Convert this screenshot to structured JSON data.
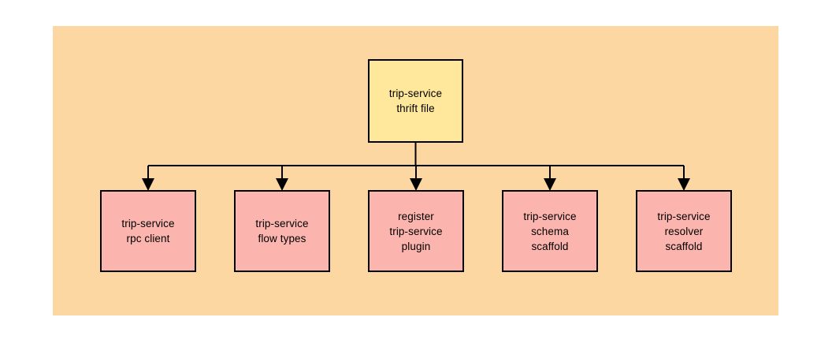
{
  "diagram": {
    "type": "tree",
    "title": "",
    "background_color": "#fcd7a1",
    "canvas_background": "#ffffff",
    "edge_color": "#000000",
    "root": {
      "id": "trip-service-thrift-file",
      "label": "trip-service\nthrift file",
      "fill_color": "#ffe79b",
      "border_color": "#000000"
    },
    "children": [
      {
        "id": "trip-service-rpc-client",
        "label": "trip-service\nrpc client",
        "fill_color": "#fcb4ae",
        "border_color": "#000000"
      },
      {
        "id": "trip-service-flow-types",
        "label": "trip-service\nflow types",
        "fill_color": "#fcb4ae",
        "border_color": "#000000"
      },
      {
        "id": "register-trip-service-plugin",
        "label": "register\ntrip-service\nplugin",
        "fill_color": "#fcb4ae",
        "border_color": "#000000"
      },
      {
        "id": "trip-service-schema-scaffold",
        "label": "trip-service\nschema\nscaffold",
        "fill_color": "#fcb4ae",
        "border_color": "#000000"
      },
      {
        "id": "trip-service-resolver-scaffold",
        "label": "trip-service\nresolver\nscaffold",
        "fill_color": "#fcb4ae",
        "border_color": "#000000"
      }
    ]
  }
}
